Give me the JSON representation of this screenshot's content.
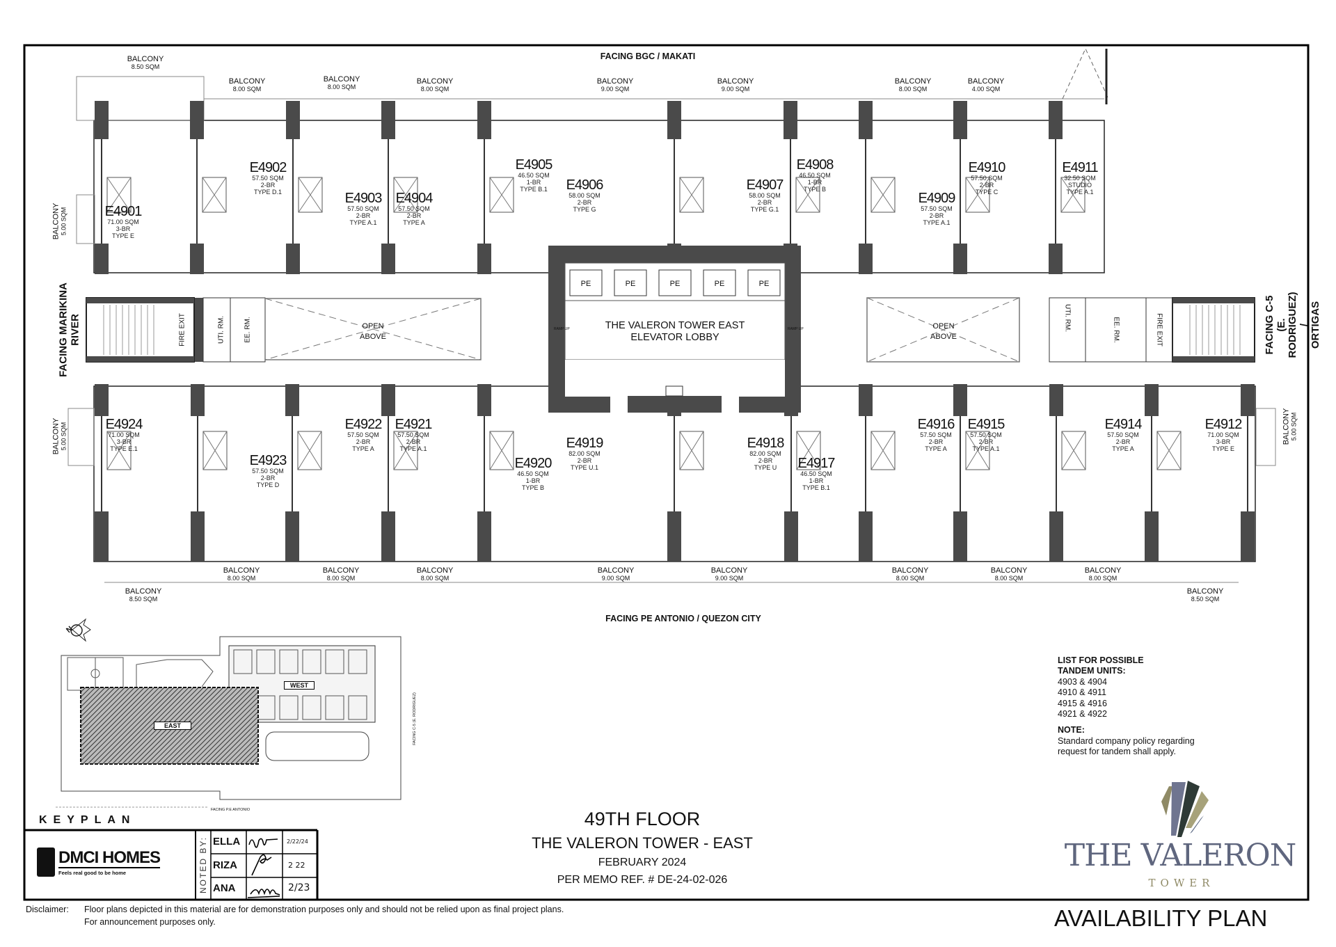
{
  "facing": {
    "top": "FACING BGC / MAKATI",
    "bottom": "FACING PE ANTONIO / QUEZON CITY",
    "left_line1": "FACING MARIKINA",
    "left_line2": "RIVER",
    "right_line1": "FACING C-5 (E. RODRIGUEZ) /",
    "right_line2": "ORTIGAS"
  },
  "units": [
    {
      "id": "E4901",
      "area": "71.00 SQM",
      "beds": "3-BR",
      "type": "TYPE E"
    },
    {
      "id": "E4902",
      "area": "57.50 SQM",
      "beds": "2-BR",
      "type": "TYPE D.1"
    },
    {
      "id": "E4903",
      "area": "57.50 SQM",
      "beds": "2-BR",
      "type": "TYPE A.1"
    },
    {
      "id": "E4904",
      "area": "57.50 SQM",
      "beds": "2-BR",
      "type": "TYPE A"
    },
    {
      "id": "E4905",
      "area": "46.50 SQM",
      "beds": "1-BR",
      "type": "TYPE B.1"
    },
    {
      "id": "E4906",
      "area": "58.00 SQM",
      "beds": "2-BR",
      "type": "TYPE G"
    },
    {
      "id": "E4907",
      "area": "58.00 SQM",
      "beds": "2-BR",
      "type": "TYPE G.1"
    },
    {
      "id": "E4908",
      "area": "46.50 SQM",
      "beds": "1-BR",
      "type": "TYPE B"
    },
    {
      "id": "E4909",
      "area": "57.50 SQM",
      "beds": "2-BR",
      "type": "TYPE A.1"
    },
    {
      "id": "E4910",
      "area": "57.50 SQM",
      "beds": "2-BR",
      "type": "TYPE C"
    },
    {
      "id": "E4911",
      "area": "32.50 SQM",
      "beds": "STUDIO",
      "type": "TYPE A.1"
    },
    {
      "id": "E4912",
      "area": "71.00 SQM",
      "beds": "3-BR",
      "type": "TYPE E"
    },
    {
      "id": "E4914",
      "area": "57.50 SQM",
      "beds": "2-BR",
      "type": "TYPE A"
    },
    {
      "id": "E4915",
      "area": "57.50 SQM",
      "beds": "2-BR",
      "type": "TYPE A.1"
    },
    {
      "id": "E4916",
      "area": "57.50 SQM",
      "beds": "2-BR",
      "type": "TYPE A"
    },
    {
      "id": "E4917",
      "area": "46.50 SQM",
      "beds": "1-BR",
      "type": "TYPE B.1"
    },
    {
      "id": "E4918",
      "area": "82.00 SQM",
      "beds": "2-BR",
      "type": "TYPE U"
    },
    {
      "id": "E4919",
      "area": "82.00 SQM",
      "beds": "2-BR",
      "type": "TYPE U.1"
    },
    {
      "id": "E4920",
      "area": "46.50 SQM",
      "beds": "1-BR",
      "type": "TYPE B"
    },
    {
      "id": "E4921",
      "area": "57.50 SQM",
      "beds": "2-BR",
      "type": "TYPE A.1"
    },
    {
      "id": "E4922",
      "area": "57.50 SQM",
      "beds": "2-BR",
      "type": "TYPE A"
    },
    {
      "id": "E4923",
      "area": "57.50 SQM",
      "beds": "2-BR",
      "type": "TYPE D"
    },
    {
      "id": "E4924",
      "area": "71.00 SQM",
      "beds": "3-BR",
      "type": "TYPE E.1"
    }
  ],
  "balconies": [
    {
      "label": "BALCONY",
      "area": "8.50 SQM"
    },
    {
      "label": "BALCONY",
      "area": "8.00 SQM"
    },
    {
      "label": "BALCONY",
      "area": "8.00 SQM"
    },
    {
      "label": "BALCONY",
      "area": "8.00 SQM"
    },
    {
      "label": "BALCONY",
      "area": "9.00 SQM"
    },
    {
      "label": "BALCONY",
      "area": "9.00 SQM"
    },
    {
      "label": "BALCONY",
      "area": "8.00 SQM"
    },
    {
      "label": "BALCONY",
      "area": "4.00 SQM"
    },
    {
      "label": "BALCONY",
      "area": "8.00 SQM"
    },
    {
      "label": "BALCONY",
      "area": "8.00 SQM"
    },
    {
      "label": "BALCONY",
      "area": "8.00 SQM"
    },
    {
      "label": "BALCONY",
      "area": "9.00 SQM"
    },
    {
      "label": "BALCONY",
      "area": "9.00 SQM"
    },
    {
      "label": "BALCONY",
      "area": "8.00 SQM"
    },
    {
      "label": "BALCONY",
      "area": "8.00 SQM"
    },
    {
      "label": "BALCONY",
      "area": "8.00 SQM"
    },
    {
      "label": "BALCONY",
      "area": "8.50 SQM"
    },
    {
      "label": "BALCONY",
      "area": "8.50 SQM"
    }
  ],
  "vertical_balconies": [
    {
      "label": "BALCONY",
      "area": "5.00 SQM"
    },
    {
      "label": "BALCONY",
      "area": "5.00 SQM"
    },
    {
      "label": "BALCONY",
      "area": "5.00 SQM"
    }
  ],
  "core": {
    "pe_label": "PE",
    "lobby_line1": "THE VALERON TOWER EAST",
    "lobby_line2": "ELEVATOR LOBBY",
    "ramp": "RAMP UP"
  },
  "rooms": {
    "open_above_1": "OPEN",
    "open_above_2": "ABOVE",
    "fire_exit": "FIRE EXIT",
    "utility": "UTI. RM.",
    "ee_room": "EE. RM."
  },
  "keyplan": {
    "label": "KEYPLAN",
    "east": "EAST",
    "west": "WEST",
    "facing_bottom": "FACING P.E ANTONIO",
    "facing_right": "FACING C-5 (E. RODRIGUEZ)",
    "north": "N"
  },
  "title_block": {
    "floor": "49TH FLOOR",
    "project": "THE VALERON TOWER - EAST",
    "date": "FEBRUARY 2024",
    "memo": "PER MEMO REF. # DE-24-02-026",
    "noted_by": "NOTED BY:",
    "signatories": [
      {
        "name": "ELLA",
        "date": "2/22/24"
      },
      {
        "name": "RIZA",
        "date": "2 22"
      },
      {
        "name": "ANA",
        "date": "2/23"
      }
    ]
  },
  "developer": {
    "name": "DMCI HOMES",
    "tagline": "Feels real good to be home"
  },
  "tandem": {
    "heading1": "LIST FOR POSSIBLE",
    "heading2": "TANDEM UNITS:",
    "pairs": [
      "4903 & 4904",
      "4910 & 4911",
      "4915 & 4916",
      "4921 & 4922"
    ],
    "note_heading": "NOTE:",
    "note_line1": "Standard company policy regarding",
    "note_line2": "request for tandem shall apply."
  },
  "brand": {
    "name": "THE VALERON",
    "sub": "TOWER",
    "colors": [
      "#8f8a66",
      "#6f7590",
      "#2e3a36",
      "#a7a27a",
      "#5d6a85"
    ]
  },
  "disclaimer": {
    "label": "Disclaimer:",
    "line1": "Floor plans depicted in this material are for demonstration purposes only and should  not be relied upon as final project plans.",
    "line2": "For announcement purposes only."
  },
  "footer_title": "AVAILABILITY PLAN"
}
